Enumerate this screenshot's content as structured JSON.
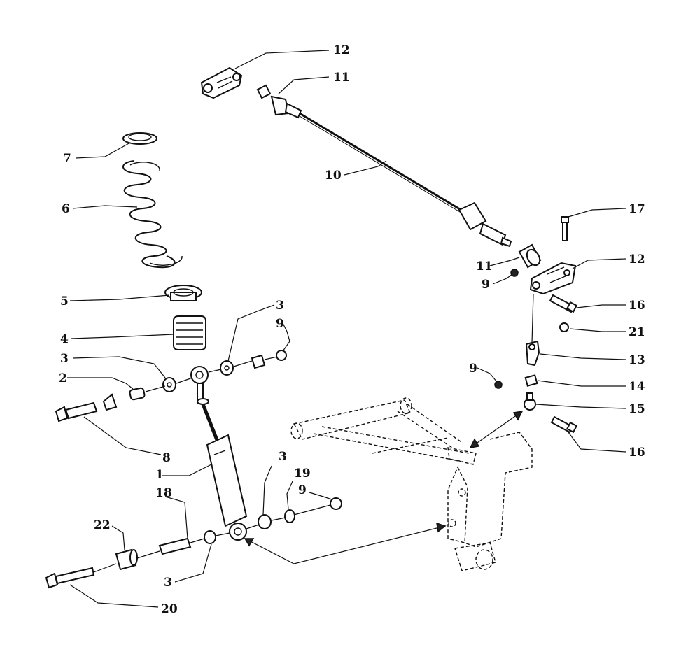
{
  "callouts": {
    "c12a": "12",
    "c11a": "11",
    "c10": "10",
    "c7": "7",
    "c6": "6",
    "c17": "17",
    "c11b": "11",
    "c12b": "12",
    "c9a": "9",
    "c16a": "16",
    "c21": "21",
    "c5": "5",
    "c3a": "3",
    "c9b": "9",
    "c4": "4",
    "c3b": "3",
    "c2": "2",
    "c13": "13",
    "c9c": "9",
    "c14": "14",
    "c15": "15",
    "c8": "8",
    "c16b": "16",
    "c1": "1",
    "c3c": "3",
    "c19": "19",
    "c9d": "9",
    "c18": "18",
    "c22": "22",
    "c3d": "3",
    "c20": "20"
  }
}
